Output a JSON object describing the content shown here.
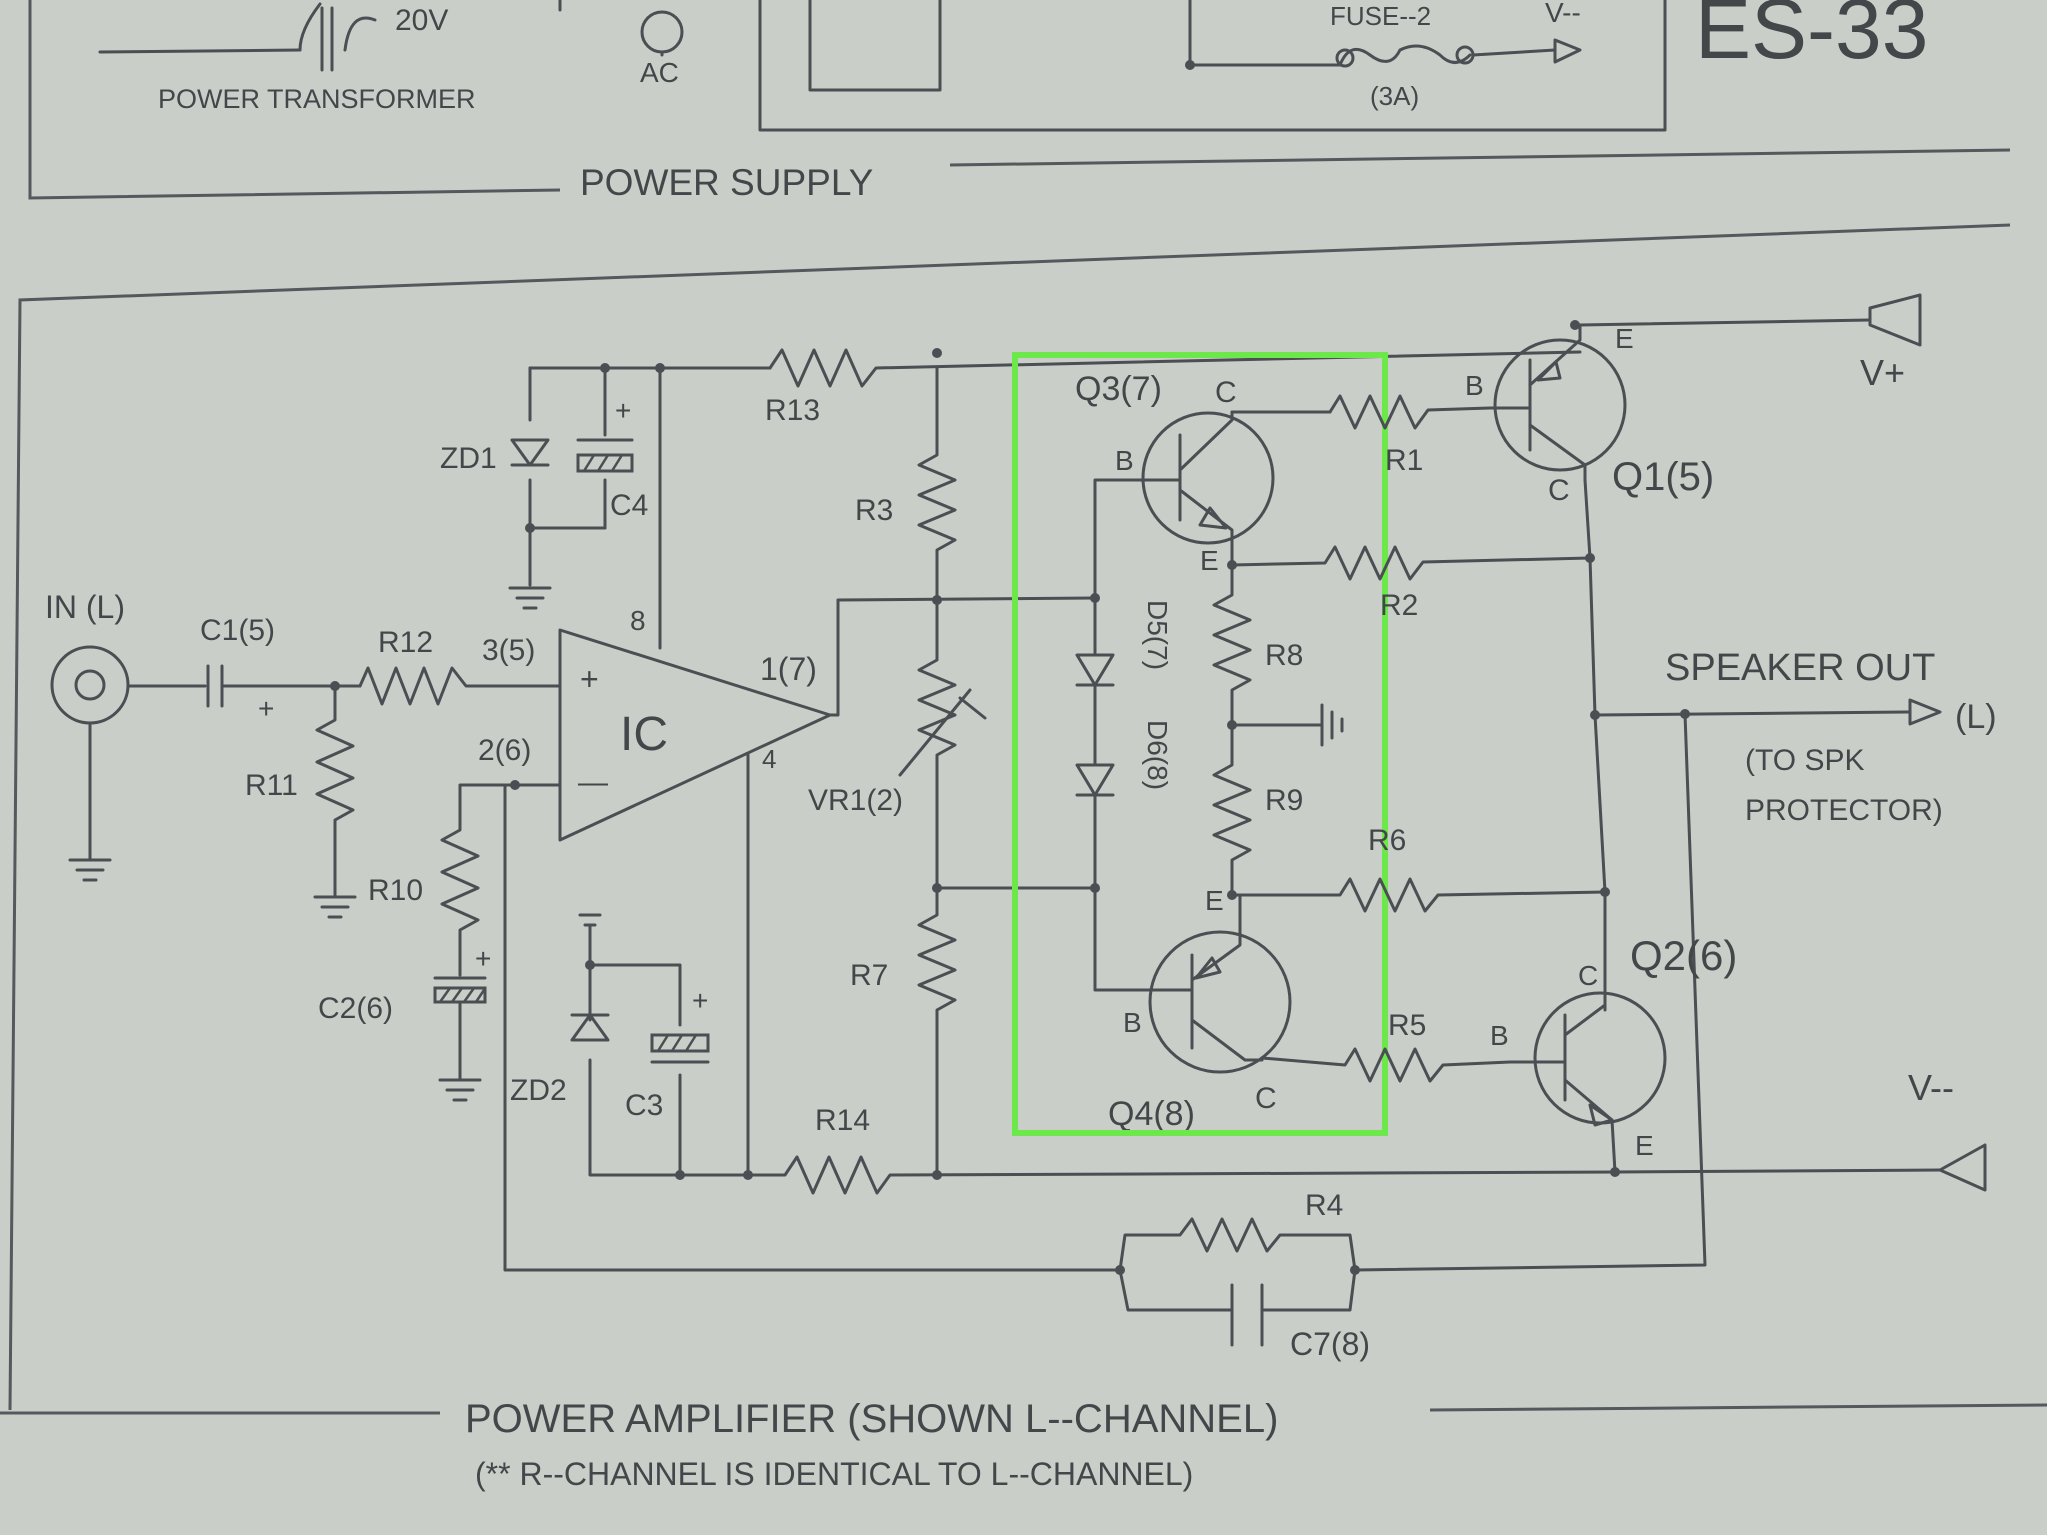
{
  "power_supply": {
    "volt_label": "20V",
    "transformer_label": "POWER TRANSFORMER",
    "ac_label": "AC",
    "fuse_label": "FUSE--2",
    "fuse_rating": "(3A)",
    "vminus_label": "V--",
    "section_title": "POWER SUPPLY",
    "model": "ES-33"
  },
  "amplifier": {
    "input_label": "IN (L)",
    "c1": "C1(5)",
    "r12": "R12",
    "r11": "R11",
    "pin_plus": "3(5)",
    "pin_minus": "2(6)",
    "pin8": "8",
    "pin4": "4",
    "pin_out": "1(7)",
    "ic": "IC",
    "plus": "+",
    "minus": "—",
    "zd1": "ZD1",
    "c4": "C4",
    "r13": "R13",
    "r10": "R10",
    "c2": "C2(6)",
    "zd2": "ZD2",
    "c3": "C3",
    "r3": "R3",
    "vr1": "VR1(2)",
    "r7": "R7",
    "r14": "R14",
    "q3": "Q3(7)",
    "q4": "Q4(8)",
    "q1": "Q1(5)",
    "q2": "Q2(6)",
    "d5": "D5(7)",
    "d6": "D6(8)",
    "r8": "R8",
    "r9": "R9",
    "r1": "R1",
    "r2": "R2",
    "r5": "R5",
    "r6": "R6",
    "r4": "R4",
    "c7": "C7(8)",
    "b": "B",
    "c": "C",
    "e": "E",
    "vplus": "V+",
    "vminus": "V--",
    "speaker_out": "SPEAKER OUT",
    "speaker_ch": "(L)",
    "protector_1": "(TO SPK",
    "protector_2": "PROTECTOR)",
    "title": "POWER AMPLIFIER (SHOWN L--CHANNEL)",
    "subtitle": "(** R--CHANNEL IS IDENTICAL TO L--CHANNEL)"
  },
  "colors": {
    "paper": "#c9cec8",
    "ink": "#4b4e52",
    "highlight": "#6de84a"
  }
}
